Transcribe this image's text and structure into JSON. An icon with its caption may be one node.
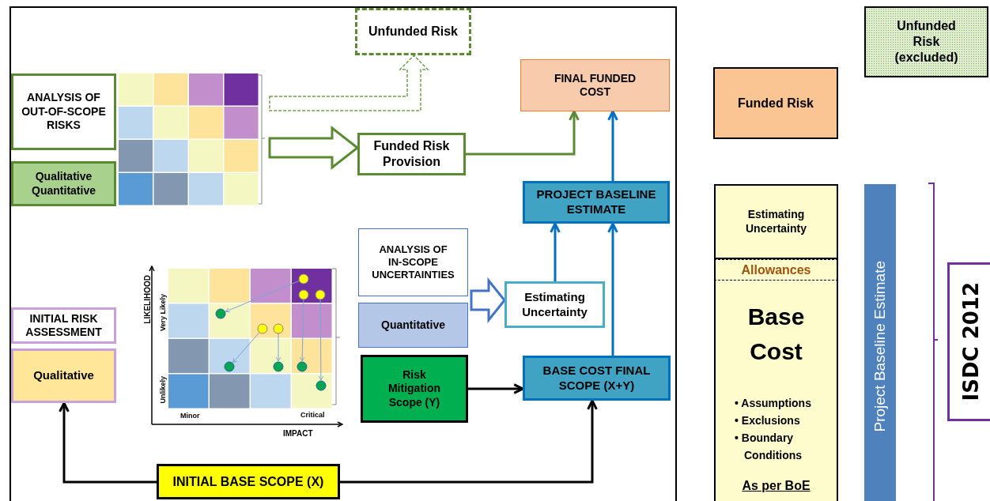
{
  "diagram": {
    "nodes": [
      {
        "text": [
          "ANALYSIS OF OUT-OF-SCOPE RISKS"
        ]
      },
      {
        "text": [
          "Qualitative Quantitative"
        ]
      },
      {
        "text": [
          "Unfunded Risk"
        ]
      },
      {
        "text": [
          "Funded Risk Provision"
        ]
      },
      {
        "text": [
          "FINAL FUNDED COST"
        ]
      },
      {
        "text": [
          "PROJECT BASELINE ESTIMATE"
        ]
      },
      {
        "text": [
          "ANALYSIS OF IN-SCOPE UNCERTAINTIES"
        ]
      },
      {
        "text": [
          "Quantitative"
        ]
      },
      {
        "text": [
          "Estimating Uncertainty"
        ]
      },
      {
        "text": [
          "INITIAL RISK ASSESSMENT"
        ]
      },
      {
        "text": [
          "Qualitative"
        ]
      },
      {
        "text": [
          "Risk Mitigation Scope (Y)"
        ]
      },
      {
        "text": [
          "BASE COST FINAL SCOPE (X+Y)"
        ]
      },
      {
        "text": [
          "INITIAL BASE SCOPE (X)"
        ]
      },
      {
        "text": [
          "Unfunded Risk (excluded)"
        ]
      },
      {
        "text": [
          "Funded Risk"
        ]
      },
      {
        "text": [
          "Estimating Uncertainty"
        ]
      },
      {
        "text": [
          "Allowances"
        ]
      },
      {
        "text": [
          "Base Cost",
          "• Assumptions",
          "• Exclusions",
          "• Boundary Conditions",
          "As per BoE"
        ]
      },
      {
        "text": [
          "Project Baseline Estimate"
        ]
      },
      {
        "text": [
          "ISDC 2012"
        ]
      }
    ],
    "edges": [
      {
        "from": null,
        "to": 2,
        "arrow": "to",
        "style": "dashed",
        "color": "#70a04a"
      },
      {
        "from": null,
        "to": 3,
        "arrow": "to",
        "style": "thick",
        "color": "#5a8a32"
      },
      {
        "from": 3,
        "to": 4,
        "arrow": "to",
        "color": "#5a8a32"
      },
      {
        "from": 5,
        "to": 4,
        "arrow": "to",
        "color": "#0070c0"
      },
      {
        "from": null,
        "to": 8,
        "arrow": "to",
        "style": "thick",
        "color": "#4472c4"
      },
      {
        "from": 8,
        "to": 5,
        "arrow": "to",
        "color": "#0070c0"
      },
      {
        "from": 12,
        "to": 5,
        "arrow": "to",
        "color": "#0070c0"
      },
      {
        "from": 11,
        "to": 12,
        "arrow": "to",
        "color": "#000000"
      },
      {
        "from": 13,
        "to": 10,
        "arrow": "to",
        "color": "#000000"
      },
      {
        "from": 13,
        "to": 12,
        "arrow": "to",
        "color": "#000000"
      }
    ],
    "labels": [
      "LIKELIHOOD",
      "Very Likely",
      "Unlikely",
      "Minor",
      "Critical",
      "IMPACT"
    ]
  }
}
